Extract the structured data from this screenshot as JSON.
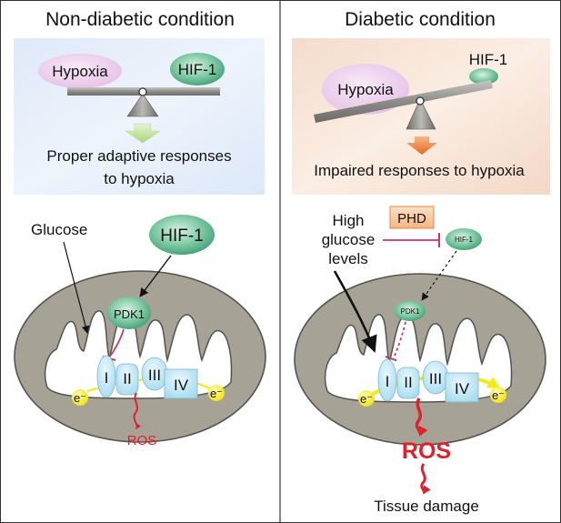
{
  "left": {
    "heading": "Non-diabetic condition",
    "balance": {
      "left_weight": "Hypoxia",
      "right_weight": "HIF-1",
      "outcome_line1": "Proper adaptive responses",
      "outcome_line2": "to hypoxia"
    },
    "mito": {
      "glucose": "Glucose",
      "hif": "HIF-1",
      "pdk": "PDK1",
      "complexes": [
        "I",
        "II",
        "III",
        "IV"
      ],
      "electron": "e⁻",
      "ros": "ROS"
    }
  },
  "right": {
    "heading": "Diabetic condition",
    "balance": {
      "left_weight": "Hypoxia",
      "right_weight": "HIF-1",
      "outcome_line1": "Impaired responses to hypoxia"
    },
    "mito": {
      "glucose_line1": "High",
      "glucose_line2": "glucose",
      "glucose_line3": "levels",
      "phd": "PHD",
      "hif": "HIF-1",
      "pdk": "PDK1",
      "complexes": [
        "I",
        "II",
        "III",
        "IV"
      ],
      "electron": "e⁻",
      "ros": "ROS",
      "outcome": "Tissue damage"
    }
  },
  "colors": {
    "mito_outer": "#a6a396",
    "hif_green": "#3fa877",
    "hypoxia_pink": "#ecccec",
    "complex_blue": "#b9e3f2",
    "ros_red": "#e0202c",
    "electron_yellow": "#f5ea14"
  }
}
